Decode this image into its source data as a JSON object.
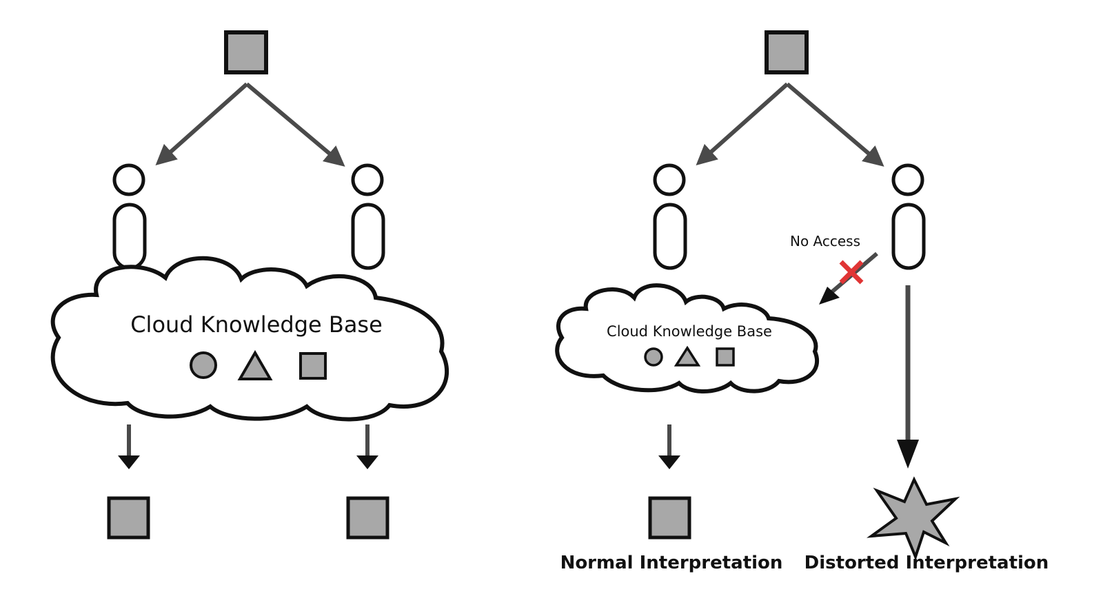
{
  "colors": {
    "stroke": "#111111",
    "shape_fill": "#a8a8a8",
    "arrow": "#4a4a4a",
    "cross": "#e03535",
    "background": "#ffffff"
  },
  "left_scenario": {
    "cloud_label": "Cloud Knowledge Base"
  },
  "right_scenario": {
    "cloud_label": "Cloud Knowledge Base",
    "no_access_label": "No Access",
    "normal_label": "Normal Interpretation",
    "distorted_label": "Distorted Interpretation"
  }
}
